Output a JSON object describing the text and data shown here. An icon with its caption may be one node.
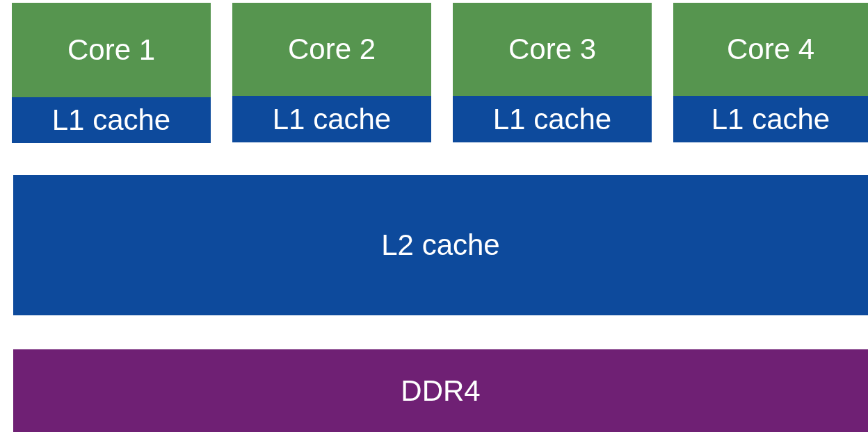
{
  "diagram": {
    "nodes": [
      {
        "text": [
          "Core 1"
        ]
      },
      {
        "text": [
          "Core 2"
        ]
      },
      {
        "text": [
          "Core 3"
        ]
      },
      {
        "text": [
          "Core 4"
        ]
      },
      {
        "text": [
          "L1 cache"
        ]
      },
      {
        "text": [
          "L1 cache"
        ]
      },
      {
        "text": [
          "L1 cache"
        ]
      },
      {
        "text": [
          "L1 cache"
        ]
      },
      {
        "text": [
          "L2 cache"
        ]
      },
      {
        "text": [
          "DDR4"
        ]
      }
    ]
  }
}
